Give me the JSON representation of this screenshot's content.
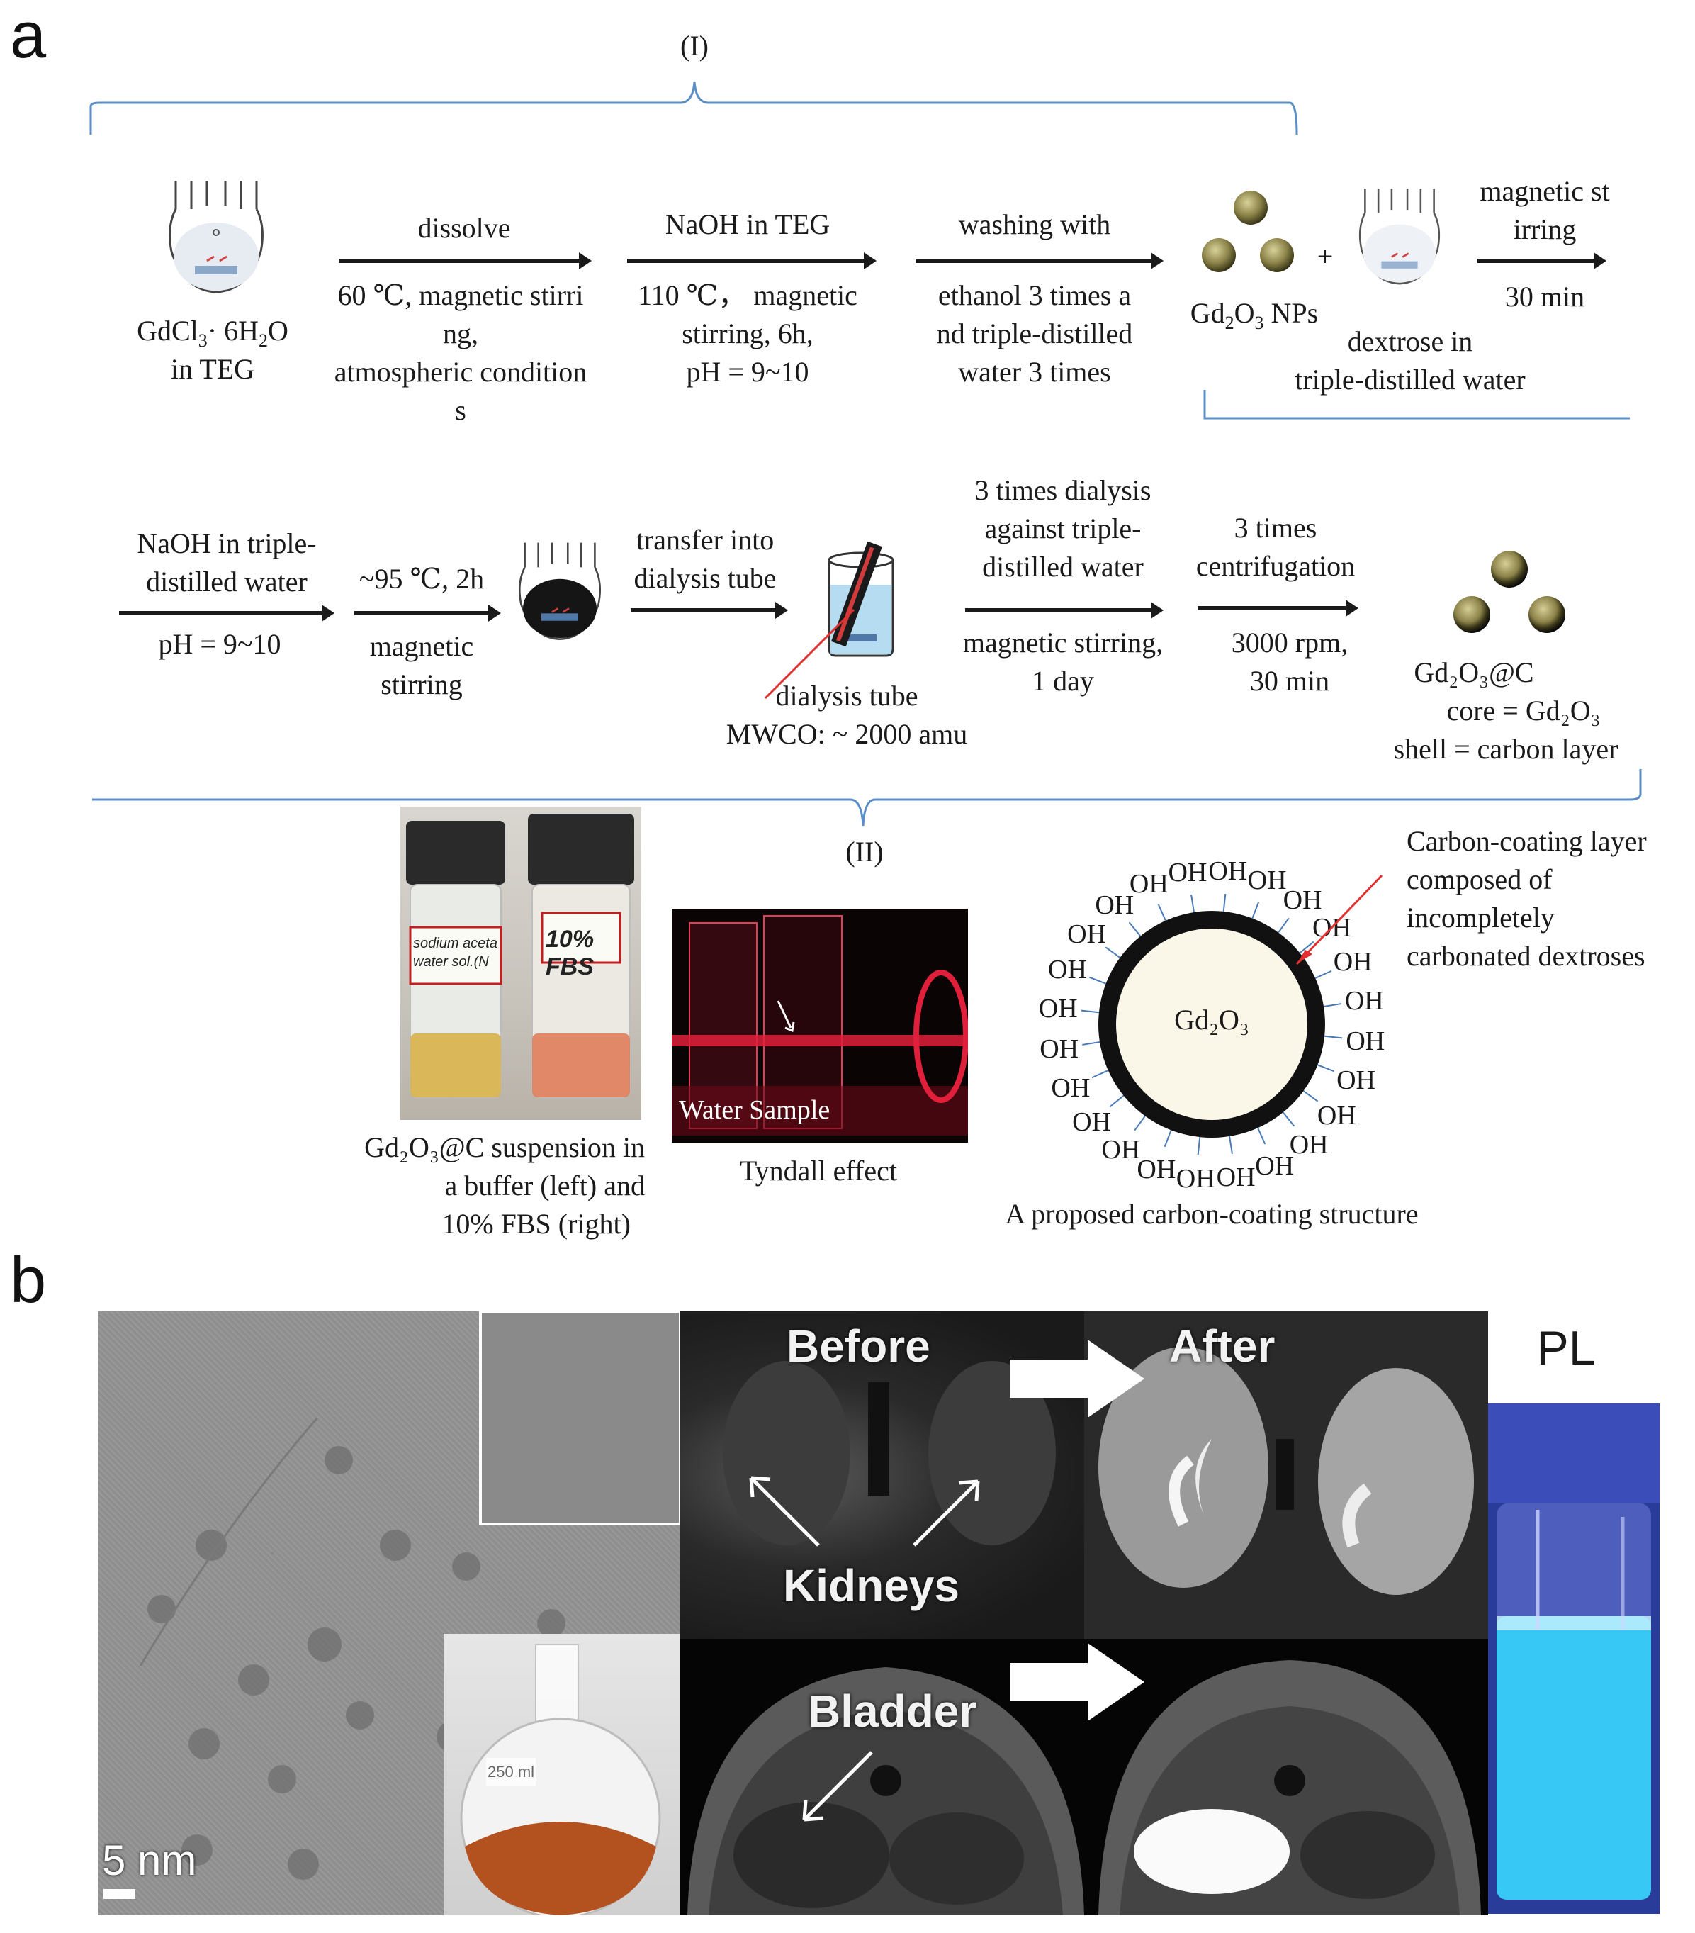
{
  "panel_a": {
    "letter": "a",
    "group_I": "(I)",
    "group_II": "(II)",
    "row1": {
      "reactant_1": "GdCl",
      "reactant_sub1": "3",
      "reactant_mid": "· 6H",
      "reactant_sub2": "2",
      "reactant_end": "O",
      "reactant_line2": "in TEG",
      "step1_top": "dissolve",
      "step1_bottom": [
        "60 ℃, magnetic stirri",
        "ng,",
        "atmospheric condition",
        "s"
      ],
      "step2_top": "NaOH in TEG",
      "step2_bottom": [
        "110 ℃， magnetic",
        "stirring, 6h,",
        "pH = 9~10"
      ],
      "step3_top": "washing with",
      "step3_bottom": [
        "ethanol 3 times a",
        "nd triple-distilled",
        "water 3 times"
      ],
      "product_label": "Gd",
      "product_sub1": "2",
      "product_mid": "O",
      "product_sub2": "3",
      "product_end": " NPs",
      "plus": "+",
      "dextrose": [
        "dextrose in",
        "triple-distilled water"
      ],
      "step4_top": [
        "magnetic st",
        "irring"
      ],
      "step4_bottom": "30 min"
    },
    "row2": {
      "step5_top": [
        "NaOH in triple-",
        "distilled water"
      ],
      "step5_bottom": "pH = 9~10",
      "step6_top": "~95 ℃, 2h",
      "step6_bottom": [
        "magnetic",
        "stirring"
      ],
      "step7_top": [
        "transfer into",
        "dialysis tube"
      ],
      "dialysis_label": [
        "dialysis tube",
        "MWCO: ~ 2000 amu"
      ],
      "step8_top": [
        "3 times dialysis",
        "against triple-",
        "distilled water"
      ],
      "step8_bottom": [
        "magnetic stirring,",
        "1 day"
      ],
      "step9_top": [
        "3 times",
        "centrifugation"
      ],
      "step9_bottom": [
        "3000 rpm,",
        "30 min"
      ],
      "final_line1": "Gd₂O₃@C",
      "final_line2": "core = Gd₂O₃",
      "final_line3": "shell = carbon layer"
    },
    "row3": {
      "vial_left_label": "sodium aceta water sol.(N",
      "vial_right_label": "10% FBS",
      "suspension_caption": [
        "Gd₂O₃@C   suspension in",
        "a buffer (left) and",
        "10% FBS (right)"
      ],
      "water_sample": "Water Sample",
      "tyndall_caption": "Tyndall effect",
      "core_label": "Gd₂O₃",
      "oh": "OH",
      "coating_note": [
        "Carbon-coating layer",
        "composed of",
        "incompletely",
        "carbonated dextroses"
      ],
      "structure_caption": "A proposed carbon-coating structure"
    }
  },
  "panel_b": {
    "letter": "b",
    "scale_bar": "5 nm",
    "flask_mark": "250 ml",
    "before": "Before",
    "after": "After",
    "kidneys": "Kidneys",
    "bladder": "Bladder",
    "pl": "PL"
  },
  "colors": {
    "bracket": "#5b8ec4",
    "particle": "#8a8248",
    "tyndall_red": "#e0203a",
    "pl_blue": "#37c8f5",
    "arrow_red": "#e23030",
    "oh_ticks": "#4a7ab5"
  }
}
